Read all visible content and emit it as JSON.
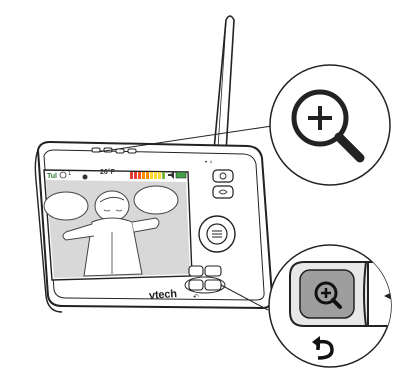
{
  "device": {
    "brand": "vtech",
    "camera_number": "1",
    "temperature": "26°F",
    "screen_subject": "sleeping baby on monitor screen"
  },
  "callouts": {
    "top": {
      "icon": "zoom-in-icon"
    },
    "bottom": {
      "icon": "zoom-in-icon",
      "secondary_icon": "back-icon",
      "side_icon": "arrow-left-icon"
    }
  },
  "colors": {
    "outline": "#222222",
    "screen_bg": "#d8d8d8",
    "sound_bars": [
      "#e53935",
      "#f4511e",
      "#fb8c00",
      "#fdd835",
      "#7cb342"
    ],
    "battery": "#43a047",
    "signal": "#2e7d32"
  }
}
